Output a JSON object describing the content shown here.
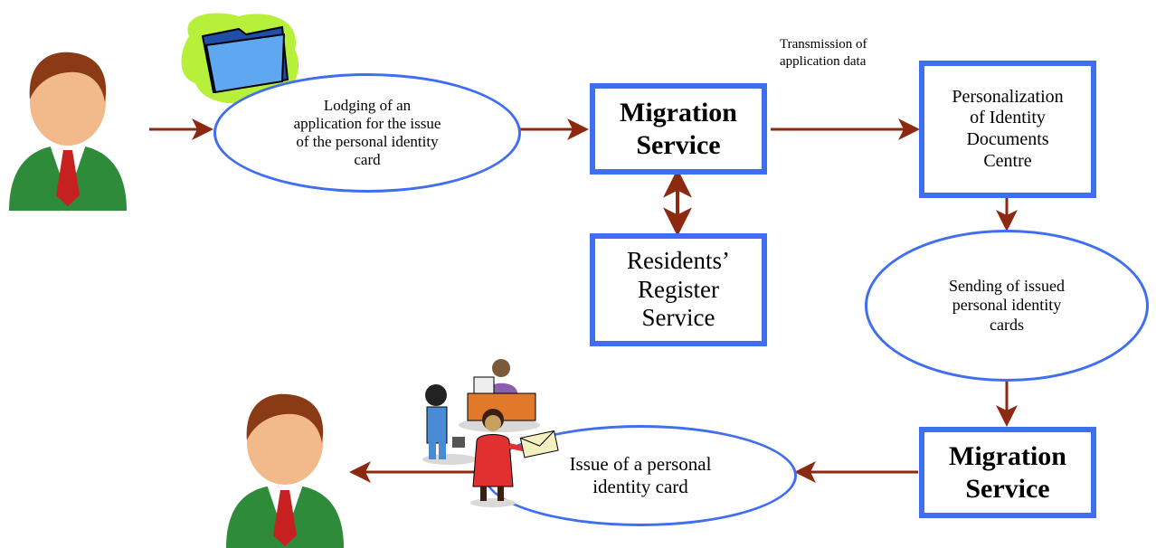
{
  "nodes": {
    "lodging": "Lodging of an\napplication for the issue\nof the personal identity\ncard",
    "migration_top": "Migration\nService",
    "residents": "Residents’\nRegister\nService",
    "personalization": "Personalization\nof Identity\nDocuments\nCentre",
    "sending": "Sending of issued\npersonal identity\ncards",
    "migration_bottom": "Migration\nService",
    "issue": "Issue of a personal\nidentity card"
  },
  "edge_labels": {
    "transmission": "Transmission of\napplication data"
  },
  "icons": [
    "person-icon",
    "folder-icon",
    "office-clerk-icon",
    "person-with-envelope-icon"
  ],
  "colors": {
    "box_border": "#3f6ff0",
    "arrow": "#8b2a10"
  }
}
